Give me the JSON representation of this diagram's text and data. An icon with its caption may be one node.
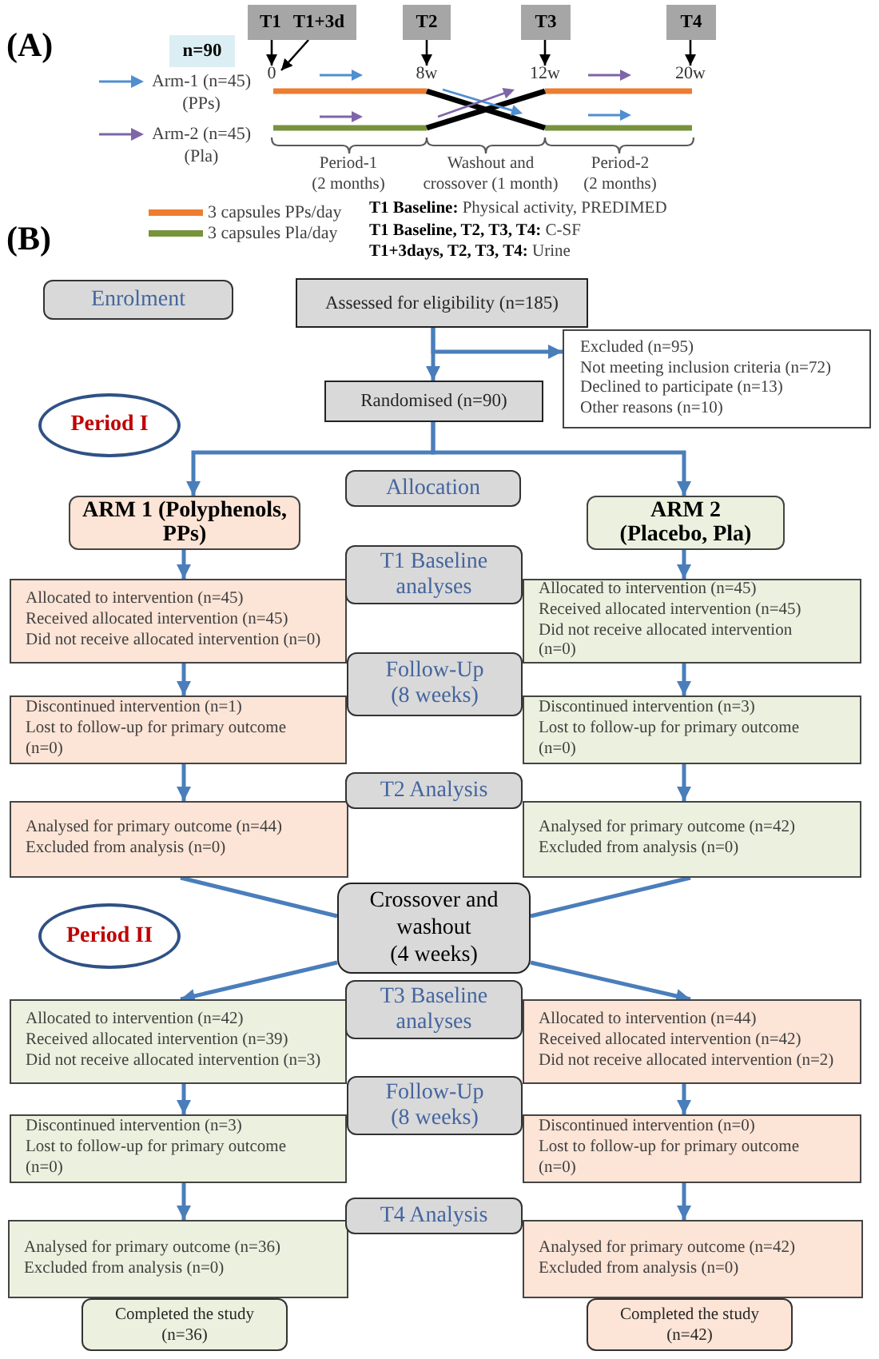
{
  "diagram": {
    "nodes": [
      {
        "text": [
          "T1",
          "T1+3d"
        ]
      },
      {
        "text": [
          "T2"
        ]
      },
      {
        "text": [
          "T3"
        ]
      },
      {
        "text": [
          "T4"
        ]
      },
      {
        "text": [
          "n=90"
        ]
      },
      {
        "text": [
          "0"
        ]
      },
      {
        "text": [
          "8w"
        ]
      },
      {
        "text": [
          "12w"
        ]
      },
      {
        "text": [
          "20w"
        ]
      },
      {
        "text": [
          "Enrolment"
        ]
      },
      {
        "text": [
          "Assessed for eligibility (n=185)"
        ]
      },
      {
        "text": [
          "Excluded (n=95)",
          "Not meeting inclusion criteria (n=72)",
          "Declined to participate (n=13)",
          "Other reasons (n=10)"
        ]
      },
      {
        "text": [
          "Randomised (n=90)"
        ]
      },
      {
        "text": [
          "Period I"
        ]
      },
      {
        "text": [
          "Allocation"
        ]
      },
      {
        "text": [
          "ARM 1 (Polyphenols, PPs)"
        ]
      },
      {
        "text": [
          "ARM 2 (Placebo, Pla)"
        ]
      },
      {
        "text": [
          "T1 Baseline analyses"
        ]
      },
      {
        "text": [
          "Allocated to intervention (n=45)",
          "Received allocated intervention (n=45)",
          "Did not receive allocated intervention (n=0)"
        ]
      },
      {
        "text": [
          "Allocated to intervention (n=45)",
          "Received allocated intervention (n=45)",
          "Did not receive allocated intervention (n=0)"
        ]
      },
      {
        "text": [
          "Follow-Up (8 weeks)"
        ]
      },
      {
        "text": [
          "Discontinued intervention (n=1)",
          "Lost to follow-up for primary outcome (n=0)"
        ]
      },
      {
        "text": [
          "Discontinued intervention (n=3)",
          "Lost to follow-up for primary outcome (n=0)"
        ]
      },
      {
        "text": [
          "T2 Analysis"
        ]
      },
      {
        "text": [
          "Analysed for primary outcome (n=44)",
          "Excluded from analysis (n=0)"
        ]
      },
      {
        "text": [
          "Analysed for primary outcome (n=42)",
          "Excluded from analysis (n=0)"
        ]
      },
      {
        "text": [
          "Crossover and washout (4 weeks)"
        ]
      },
      {
        "text": [
          "Period II"
        ]
      },
      {
        "text": [
          "T3 Baseline analyses"
        ]
      },
      {
        "text": [
          "Allocated to intervention (n=42)",
          "Received allocated intervention (n=39)",
          "Did not receive allocated intervention (n=3)"
        ]
      },
      {
        "text": [
          "Allocated to intervention (n=44)",
          "Received allocated intervention (n=42)",
          "Did not receive allocated intervention (n=2)"
        ]
      },
      {
        "text": [
          "Follow-Up (8 weeks)"
        ]
      },
      {
        "text": [
          "Discontinued intervention (n=3)",
          "Lost to follow-up for primary outcome (n=0)"
        ]
      },
      {
        "text": [
          "Discontinued intervention (n=0)",
          "Lost to follow-up for primary outcome (n=0)"
        ]
      },
      {
        "text": [
          "T4 Analysis"
        ]
      },
      {
        "text": [
          "Analysed for primary outcome (n=36)",
          "Excluded from analysis (n=0)"
        ]
      },
      {
        "text": [
          "Analysed for primary outcome (n=42)",
          "Excluded from analysis (n=0)"
        ]
      },
      {
        "text": [
          "Completed the study (n=36)"
        ]
      },
      {
        "text": [
          "Completed the study (n=42)"
        ]
      }
    ],
    "edges": [
      {
        "from": 0,
        "to": 5,
        "arrow": "to",
        "color": "#000000"
      },
      {
        "from": 0,
        "to": 5,
        "arrow": "to",
        "color": "#000000"
      },
      {
        "from": 1,
        "to": 6,
        "arrow": "to",
        "color": "#000000"
      },
      {
        "from": 2,
        "to": 7,
        "arrow": "to",
        "color": "#000000"
      },
      {
        "from": 3,
        "to": 8,
        "arrow": "to",
        "color": "#000000"
      },
      {
        "from": 10,
        "to": 12,
        "arrow": "to"
      },
      {
        "from": 10,
        "to": 11,
        "arrow": "to"
      },
      {
        "from": 12,
        "to": 15,
        "arrow": "to"
      },
      {
        "from": 12,
        "to": 16,
        "arrow": "to"
      },
      {
        "from": 15,
        "to": 18,
        "arrow": "to"
      },
      {
        "from": 16,
        "to": 19,
        "arrow": "to"
      },
      {
        "from": 18,
        "to": 21,
        "arrow": "to"
      },
      {
        "from": 19,
        "to": 22,
        "arrow": "to"
      },
      {
        "from": 21,
        "to": 24,
        "arrow": "to"
      },
      {
        "from": 22,
        "to": 25,
        "arrow": "to"
      },
      {
        "from": 24,
        "to": 26,
        "arrow": "none"
      },
      {
        "from": 25,
        "to": 26,
        "arrow": "none"
      },
      {
        "from": 26,
        "to": 29,
        "arrow": "to"
      },
      {
        "from": 26,
        "to": 30,
        "arrow": "to"
      },
      {
        "from": 29,
        "to": 32,
        "arrow": "to"
      },
      {
        "from": 30,
        "to": 33,
        "arrow": "to"
      },
      {
        "from": 32,
        "to": 35,
        "arrow": "to"
      },
      {
        "from": 33,
        "to": 36,
        "arrow": "to"
      }
    ],
    "labels": [
      "(A)",
      "Period-1 (2 months)",
      "Washout and crossover (1 month)",
      "Period-2 (2 months)",
      "**T1 Baseline:** Physical activity, PREDIMED",
      "**T1 Baseline, T2, T3, T4:** C-SF",
      "**T1+3days, T2, T3, T4:** Urine",
      "(B)"
    ],
    "legend": [
      {
        "text": "Arm-1 (n=45) (PPs)",
        "color": "#4f8fd0"
      },
      {
        "text": "Arm-2 (n=45) (Pla)",
        "color": "#7e65a8"
      },
      {
        "text": "3 capsules PPs/day",
        "color": "#ed7d31"
      },
      {
        "text": "3 capsules Pla/day",
        "color": "#77933c"
      }
    ]
  }
}
